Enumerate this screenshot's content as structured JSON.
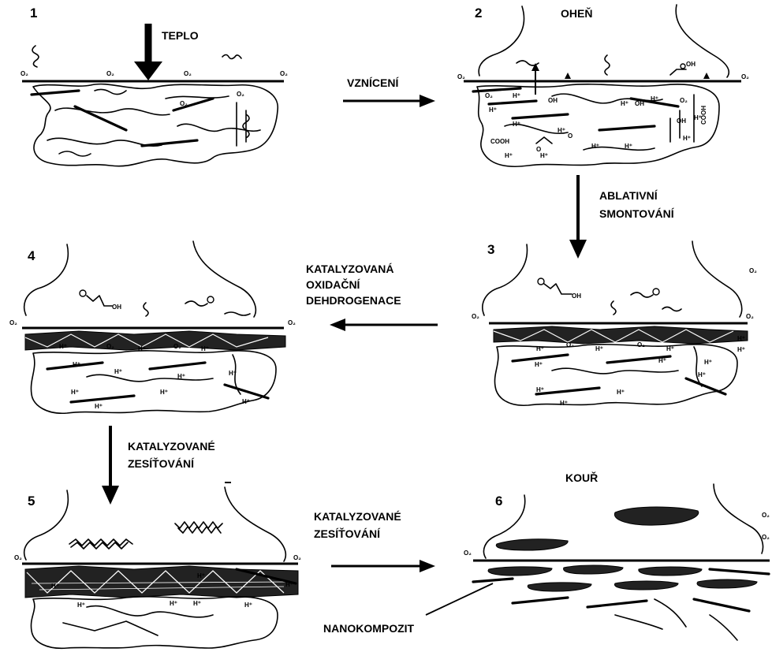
{
  "panels": [
    {
      "id": "1",
      "number": "1",
      "label": "TEPLO"
    },
    {
      "id": "2",
      "number": "2",
      "label": "OHEŇ"
    },
    {
      "id": "3",
      "number": "3",
      "label": ""
    },
    {
      "id": "4",
      "number": "4",
      "label": ""
    },
    {
      "id": "5",
      "number": "5",
      "label": ""
    },
    {
      "id": "6",
      "number": "6",
      "label": "KOUŘ"
    }
  ],
  "arrows": {
    "a12": [
      "VZNÍCENÍ"
    ],
    "a23": [
      "ABLATIVNÍ",
      "SMONTOVÁNÍ"
    ],
    "a34": [
      "KATALYZOVANÁ",
      "OXIDAČNÍ",
      "DEHDROGENACE"
    ],
    "a45": [
      "KATALYZOVANÉ",
      "ZESÍŤOVÁNÍ"
    ],
    "a56": [
      "KATALYZOVANÉ",
      "ZESÍŤOVÁNÍ"
    ]
  },
  "nanocomposite_label": "NANOKOMPOZIT",
  "chem": {
    "o2": "O₂",
    "h": "H⁺",
    "oh": "OH",
    "cooh": "COOH",
    "o": "O"
  }
}
